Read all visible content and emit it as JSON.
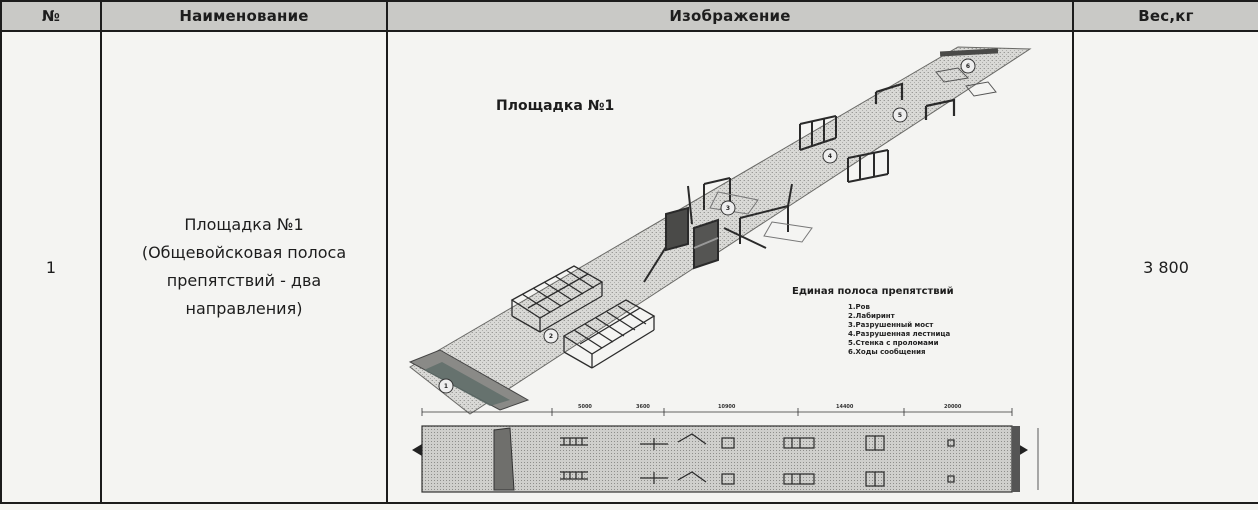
{
  "headers": {
    "num": "№",
    "name": "Наименование",
    "image": "Изображение",
    "weight": "Вес,кг"
  },
  "row": {
    "num": "1",
    "name_lines": [
      "Площадка №1",
      "(Общевойсковая полоса",
      "препятствий - два",
      "направления)"
    ],
    "weight": "3 800"
  },
  "drawing": {
    "title": "Площадка №1",
    "legend_title": "Единая полоса препятствий",
    "legend_items": [
      "1.Ров",
      "2.Лабиринт",
      "3.Разрушенный мост",
      "4.Разрушенная лестница",
      "5.Стенка с проломами",
      "6.Ходы сообщения"
    ],
    "dimensions": [
      "5000",
      "3600",
      "10900",
      "14400",
      "20000"
    ],
    "zone_numbers": [
      "1",
      "2",
      "3",
      "4",
      "5",
      "6"
    ]
  }
}
